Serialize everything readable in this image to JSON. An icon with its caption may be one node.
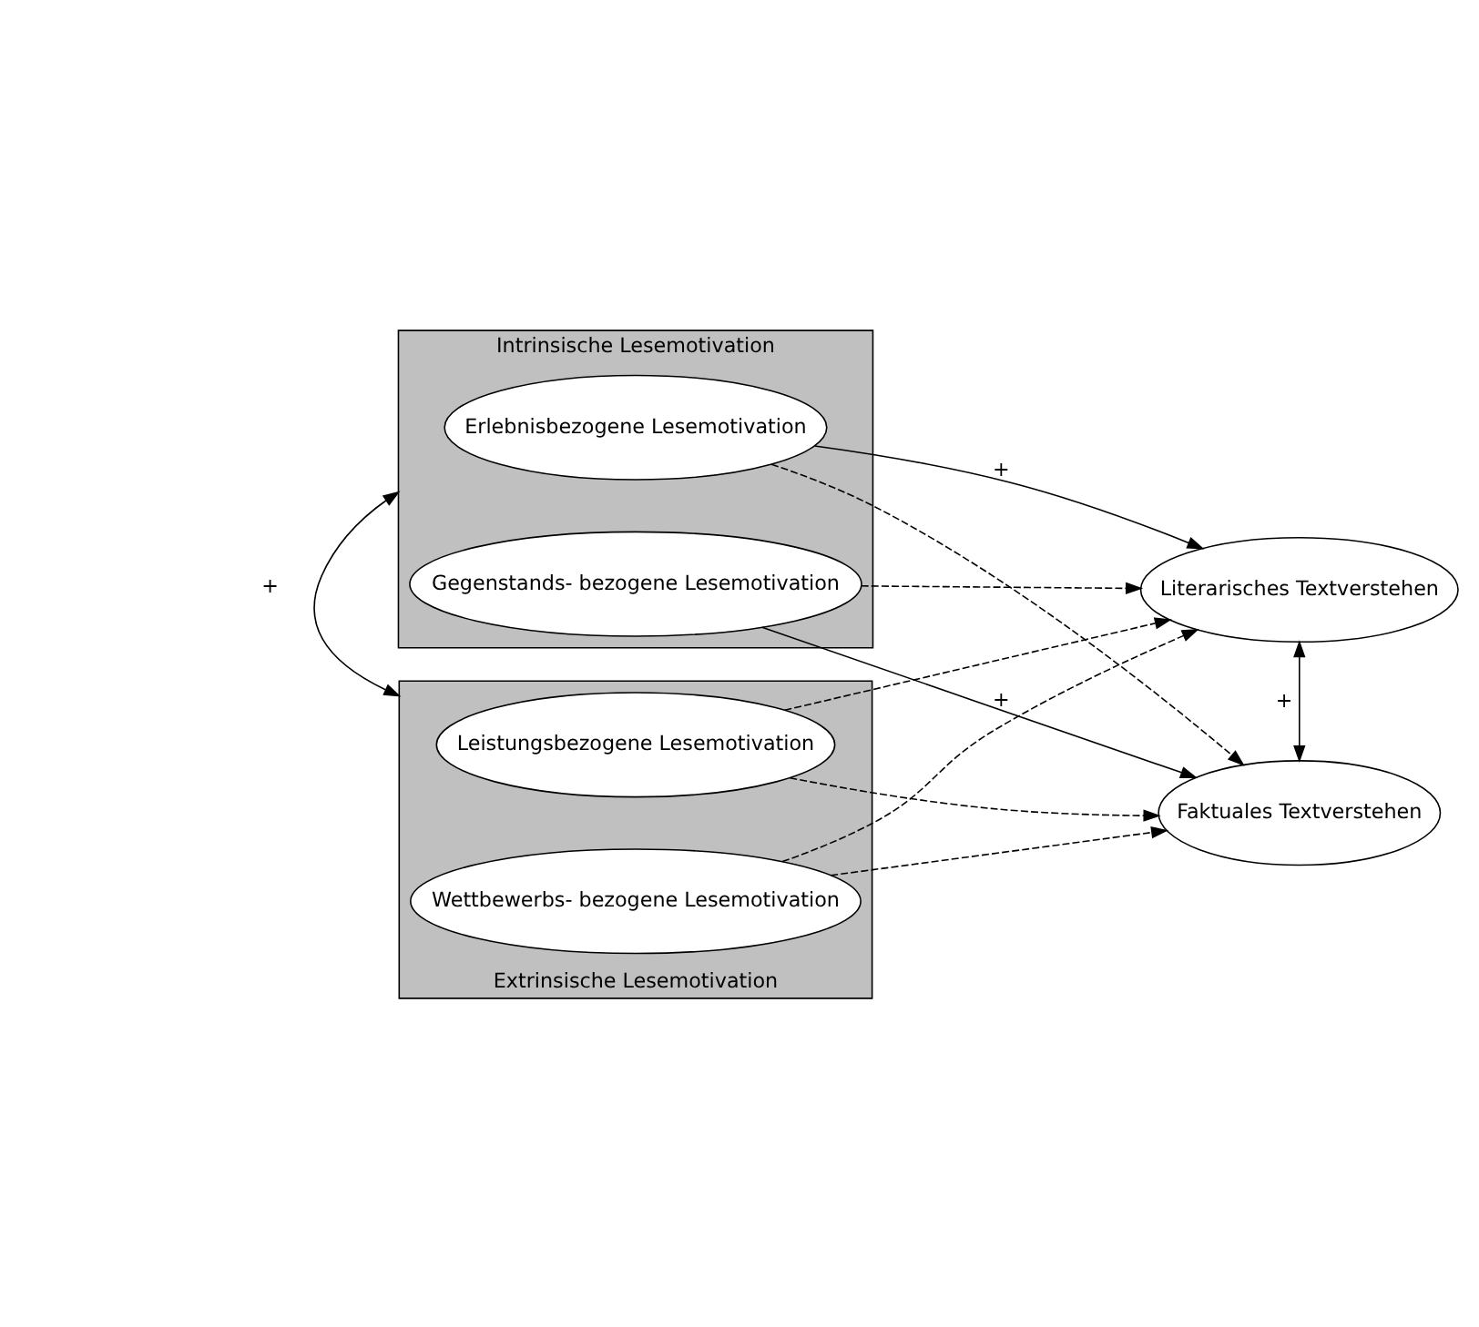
{
  "diagram": {
    "nodes": [
      {
        "text": [
          "Intrinsische Lesemotivation"
        ]
      },
      {
        "text": [
          "Erlebnisbezogene Lesemotivation"
        ],
        "in": 0
      },
      {
        "text": [
          "Gegenstands- bezogene Lesemotivation"
        ],
        "in": 0
      },
      {
        "text": [
          "Extrinsische Lesemotivation"
        ]
      },
      {
        "text": [
          "Leistungsbezogene Lesemotivation"
        ],
        "in": 3
      },
      {
        "text": [
          "Wettbewerbs- bezogene Lesemotivation"
        ],
        "in": 3
      },
      {
        "text": [
          "Literarisches Textverstehen"
        ]
      },
      {
        "text": [
          "Faktuales Textverstehen"
        ]
      }
    ],
    "edges": [
      {
        "from": 1,
        "to": 6,
        "arrow": "to",
        "label": "+"
      },
      {
        "from": 1,
        "to": 7,
        "arrow": "to",
        "style": "dashed"
      },
      {
        "from": 2,
        "to": 6,
        "arrow": "to",
        "style": "dashed"
      },
      {
        "from": 2,
        "to": 7,
        "arrow": "to",
        "label": "+"
      },
      {
        "from": 4,
        "to": 6,
        "arrow": "to",
        "style": "dashed"
      },
      {
        "from": 4,
        "to": 7,
        "arrow": "to",
        "style": "dashed"
      },
      {
        "from": 5,
        "to": 6,
        "arrow": "to",
        "style": "dashed"
      },
      {
        "from": 5,
        "to": 7,
        "arrow": "to",
        "style": "dashed"
      },
      {
        "from": 0,
        "to": 3,
        "arrow": "both",
        "label": "+"
      },
      {
        "from": 6,
        "to": 7,
        "arrow": "both",
        "label": "+"
      }
    ]
  }
}
